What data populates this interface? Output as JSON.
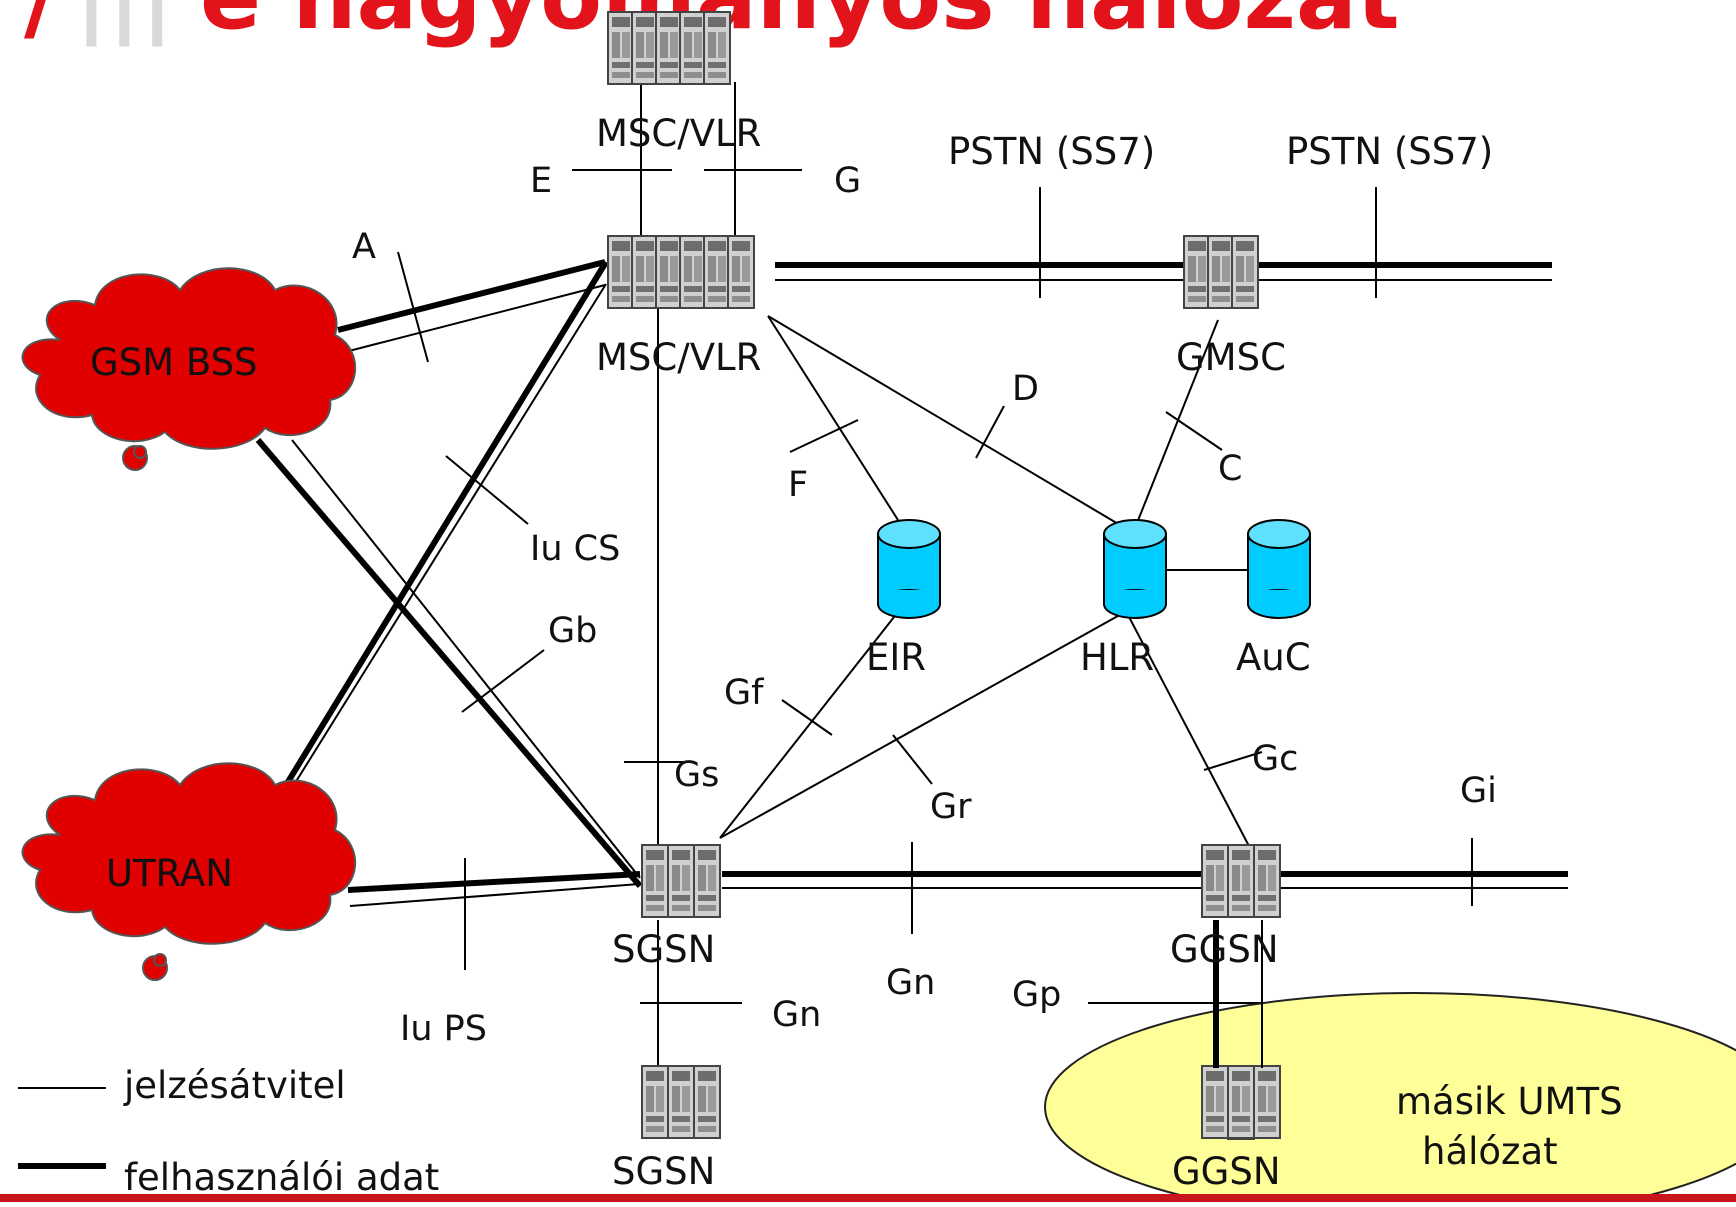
{
  "title": {
    "text": "e hagyományos hálózat",
    "color": "#e3131b"
  },
  "nodes": {
    "msc_vlr_top": "MSC/VLR",
    "msc_vlr": "MSC/VLR",
    "gmsc": "GMSC",
    "pstn_1": "PSTN (SS7)",
    "pstn_2": "PSTN (SS7)",
    "eir": "EIR",
    "hlr": "HLR",
    "auc": "AuC",
    "sgsn": "SGSN",
    "sgsn_bottom": "SGSN",
    "ggsn": "GGSN",
    "ggsn_bottom": "GGSN",
    "gsm_bss": "GSM BSS",
    "utran": "UTRAN",
    "other_network_line1": "másik UMTS",
    "other_network_line2": "hálózat"
  },
  "interfaces": {
    "a": "A",
    "e": "E",
    "g": "G",
    "d": "D",
    "f": "F",
    "c": "C",
    "iu_cs": "Iu CS",
    "gb": "Gb",
    "gf": "Gf",
    "gs": "Gs",
    "gr": "Gr",
    "gc": "Gc",
    "gi": "Gi",
    "gn_mid": "Gn",
    "gn_low": "Gn",
    "gp": "Gp",
    "iu_ps": "Iu PS"
  },
  "legend": {
    "signalling": "jelzésátvitel",
    "user_data": "felhasználói adat"
  },
  "colors": {
    "cloud": "#e00000",
    "database": "#00ccff",
    "other_network": "#ffff99",
    "bottom_bar": "#c9151c"
  }
}
